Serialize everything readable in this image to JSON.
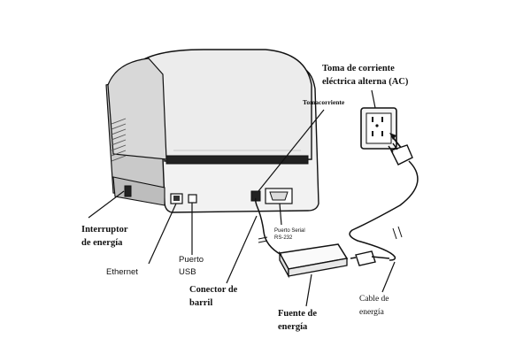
{
  "labels": {
    "ac_outlet_line1": "Toma de corriente",
    "ac_outlet_line2": "eléctrica alterna (AC)",
    "power_receptacle": "Tomacorriente",
    "power_switch_line1": "Interruptor",
    "power_switch_line2": "de energía",
    "ethernet": "Ethernet",
    "usb_line1": "Puerto",
    "usb_line2": "USB",
    "serial_line1": "Puerto Serial",
    "serial_line2": "RS-232",
    "barrel_line1": "Conector de",
    "barrel_line2": "barril",
    "power_supply_line1": "Fuente de",
    "power_supply_line2": "energía",
    "power_cord_line1": "Cable de",
    "power_cord_line2": "energía"
  }
}
